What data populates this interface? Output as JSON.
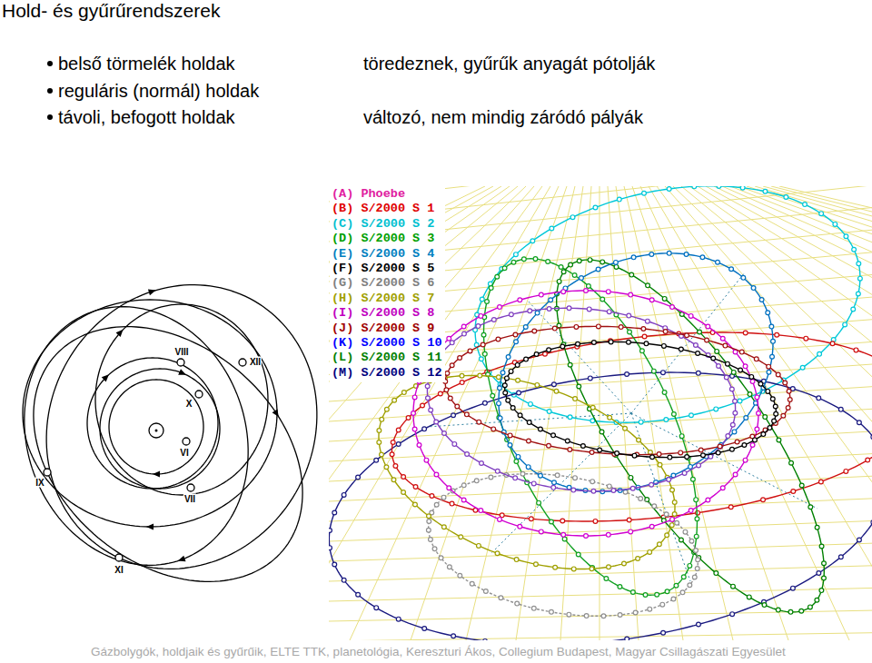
{
  "diagram": {
    "title": "Hold- és gyűrűrendszerek",
    "labels": [
      "belső törmelék holdak",
      "töredeznek, gyűrűk anyagát pótolják",
      "reguláris (normál) holdak",
      "távoli, befogott holdak",
      "változó, nem mindig záródó pályák",
      "VIII",
      "XII",
      "X",
      "VI",
      "VII",
      "IX",
      "XI",
      "Gázbolygók, holdjaik és gyűrűik, ELTE TTK, planetológia, Kereszturi Ákos, Collegium Budapest, Magyar Csillagászati Egyesület"
    ],
    "legend": [
      {
        "text": "(A) Phoebe",
        "color": "#e020a0"
      },
      {
        "text": "(B) S/2000 S 1",
        "color": "#e00000"
      },
      {
        "text": "(C) S/2000 S 2",
        "color": "#00c0d0"
      },
      {
        "text": "(D) S/2000 S 3",
        "color": "#00a000"
      },
      {
        "text": "(E) S/2000 S 4",
        "color": "#0080c0"
      },
      {
        "text": "(F) S/2000 S 5",
        "color": "#000000"
      },
      {
        "text": "(G) S/2000 S 6",
        "color": "#808080"
      },
      {
        "text": "(H) S/2000 S 7",
        "color": "#a0a000"
      },
      {
        "text": "(I) S/2000 S 8",
        "color": "#c000c0"
      },
      {
        "text": "(J) S/2000 S 9",
        "color": "#a00000"
      },
      {
        "text": "(K) S/2000 S 10",
        "color": "#0000ff"
      },
      {
        "text": "(L) S/2000 S 11",
        "color": "#008000"
      },
      {
        "text": "(M) S/2000 S 12",
        "color": "#000080"
      }
    ]
  }
}
